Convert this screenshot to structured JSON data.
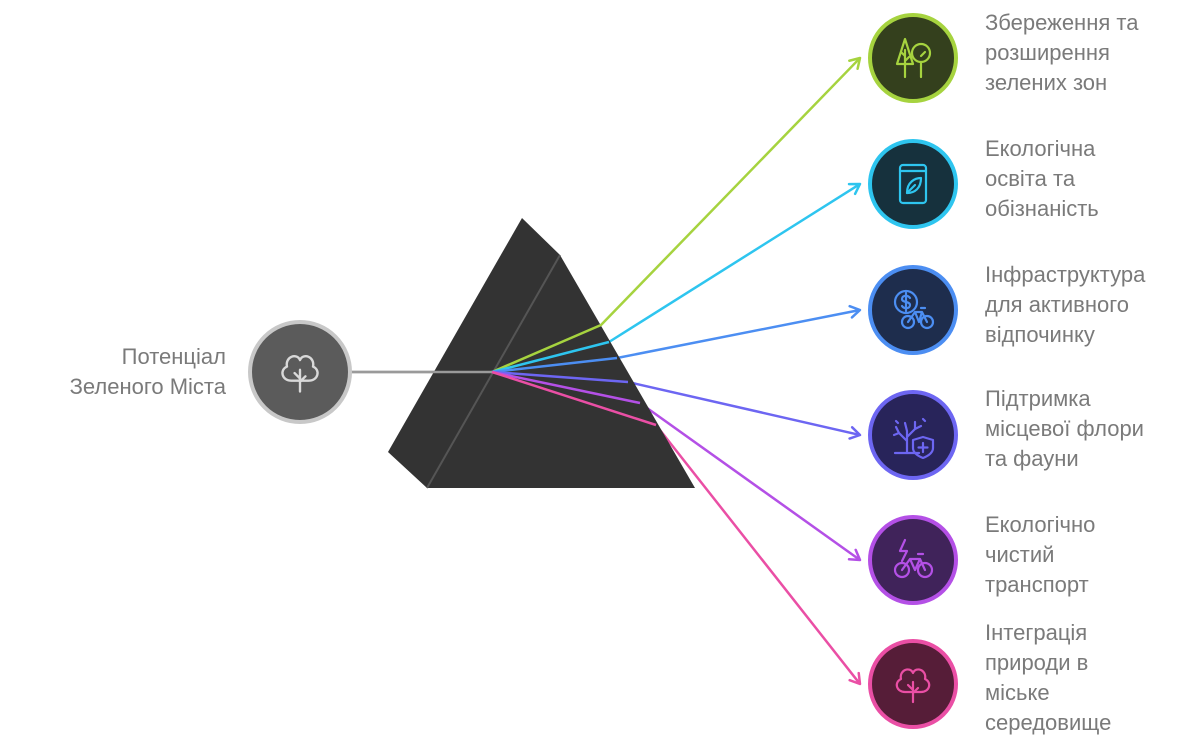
{
  "source": {
    "label_lines": [
      "Потенціал",
      "Зеленого Міста"
    ],
    "icon": "tree-outline-icon",
    "color": "#5b5b5b"
  },
  "prism": {
    "color": "#333333",
    "edge_color": "#555555"
  },
  "outputs": [
    {
      "lines": [
        "Збереження та",
        "розширення",
        "зелених зон"
      ],
      "icon": "trees-icon",
      "color": "#a6d33f",
      "fill": "#34401d"
    },
    {
      "lines": [
        "Екологічна",
        "освіта та",
        "обізнаність"
      ],
      "icon": "eco-book-icon",
      "color": "#2ec5ef",
      "fill": "#16313d"
    },
    {
      "lines": [
        "Інфраструктура",
        "для активного",
        "відпочинку"
      ],
      "icon": "money-bike-icon",
      "color": "#4c8ef2",
      "fill": "#1e2d4d"
    },
    {
      "lines": [
        "Підтримка",
        "місцевої флори",
        "та фауни"
      ],
      "icon": "plant-shield-icon",
      "color": "#6d66f2",
      "fill": "#28245a"
    },
    {
      "lines": [
        "Екологічно",
        "чистий",
        "транспорт"
      ],
      "icon": "electric-bike-icon",
      "color": "#b450e6",
      "fill": "#40235a"
    },
    {
      "lines": [
        "Інтеграція",
        "природи в",
        "міське",
        "середовище"
      ],
      "icon": "tree-outline-icon",
      "color": "#ea4fa5",
      "fill": "#561d38"
    }
  ]
}
